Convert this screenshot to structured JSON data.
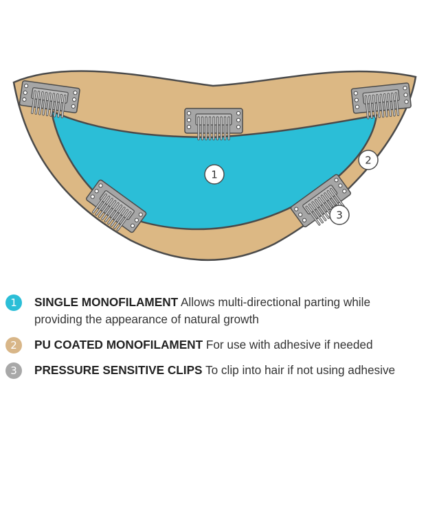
{
  "colors": {
    "monofilament": "#2bbed7",
    "pu_band": "#dcb884",
    "clip_body": "#a6a6a6",
    "outline": "#4a4a4a",
    "legend_1": "#2bbed7",
    "legend_2": "#d8b688",
    "legend_3": "#a8a8a8"
  },
  "diagram": {
    "markers": [
      "1",
      "2",
      "3"
    ]
  },
  "legend": [
    {
      "number": "1",
      "title": "SINGLE MONOFILAMENT",
      "description": "Allows multi-directional parting while providing the appearance of natural growth",
      "color": "#2bbed7"
    },
    {
      "number": "2",
      "title": "PU COATED MONOFILAMENT",
      "description": "For use with adhesive if needed",
      "color": "#d8b688"
    },
    {
      "number": "3",
      "title": "PRESSURE SENSITIVE CLIPS",
      "description": "To clip into hair if not using adhesive",
      "color": "#a8a8a8"
    }
  ]
}
